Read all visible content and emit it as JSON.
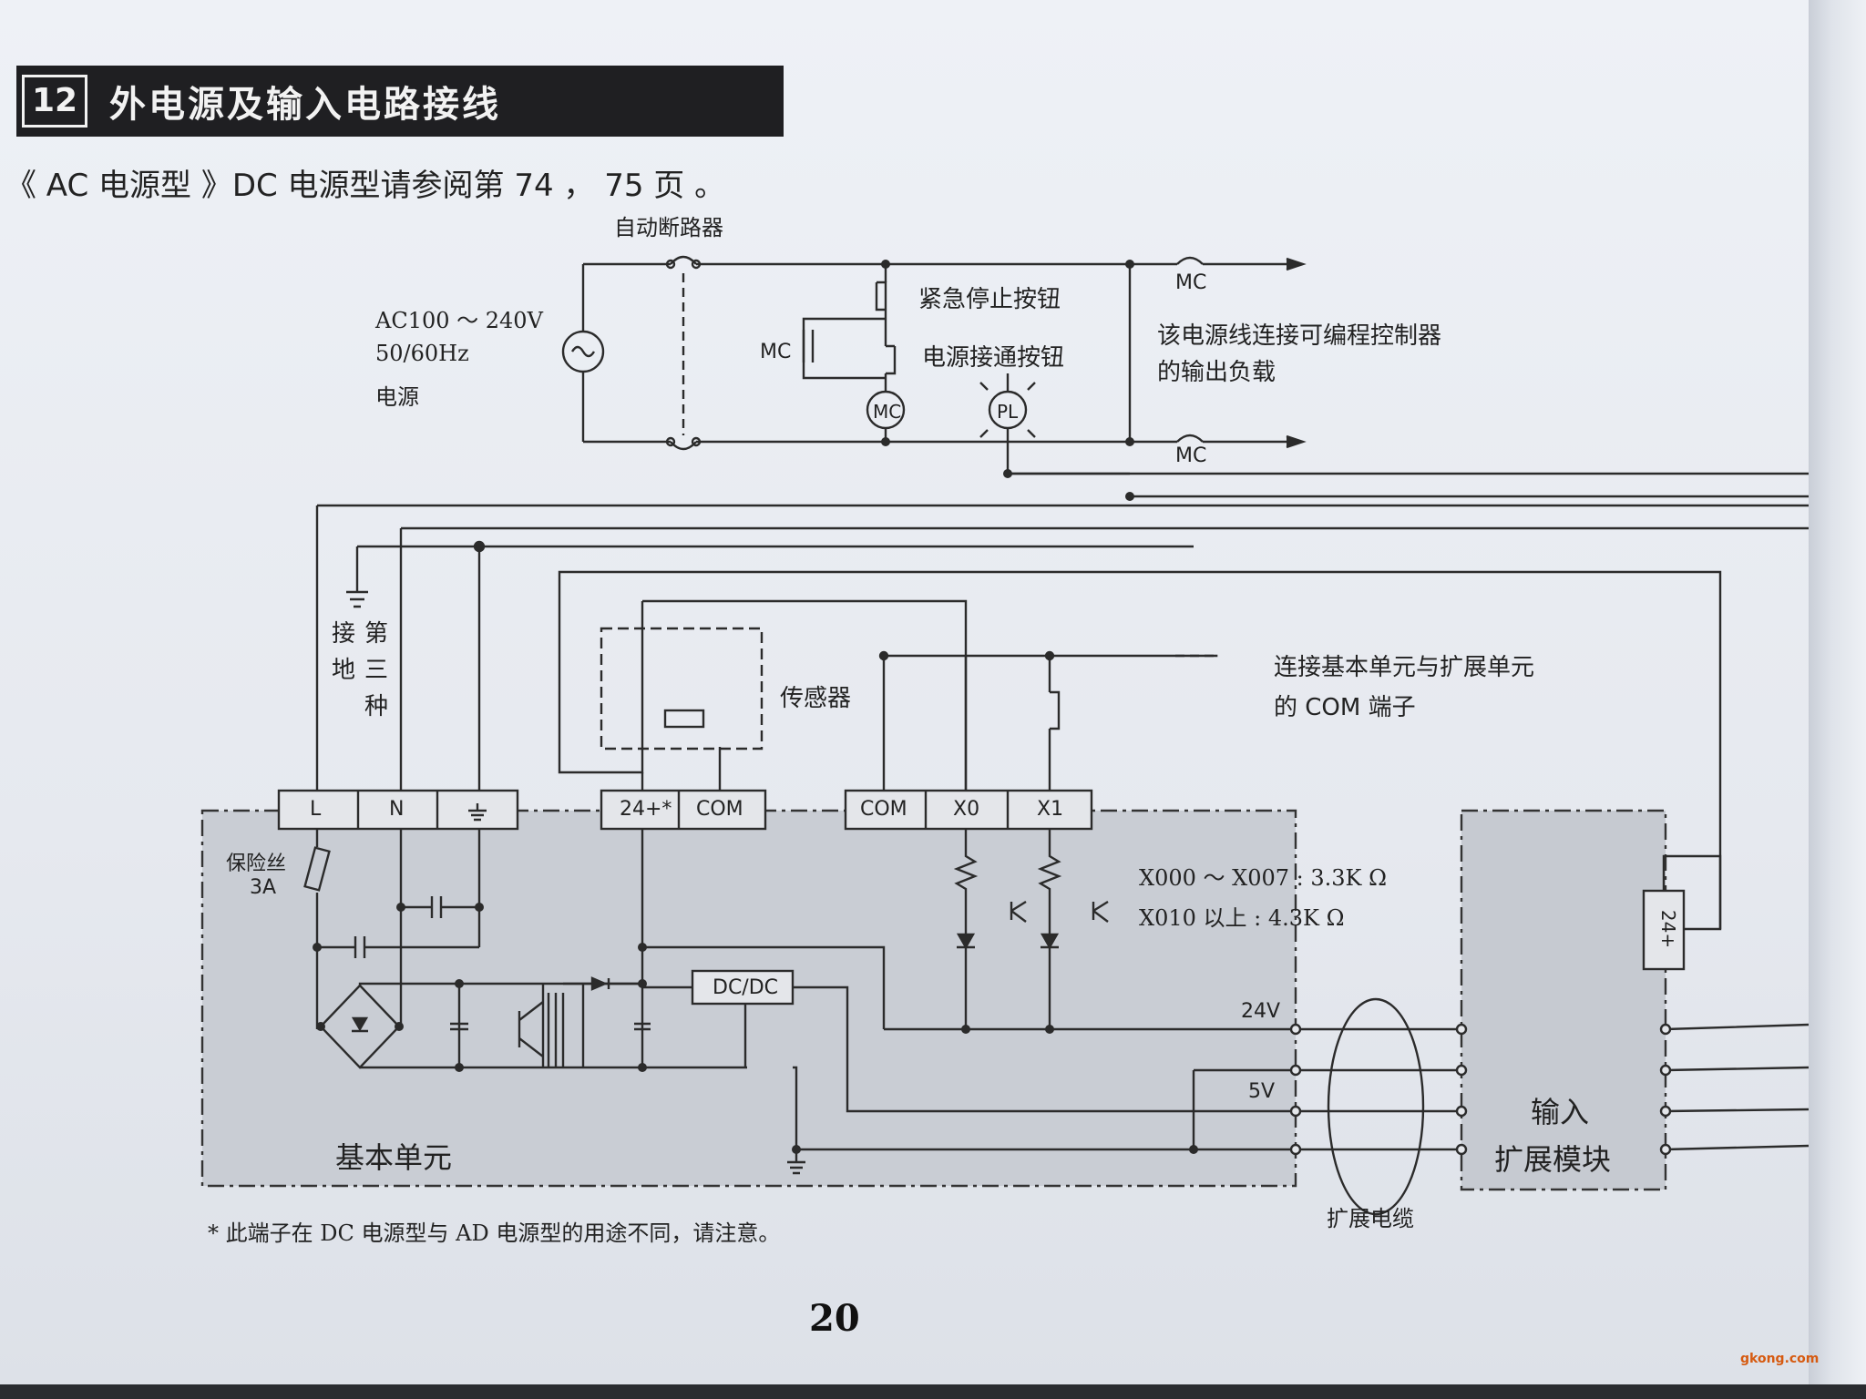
{
  "header": {
    "number": "12",
    "title": "外电源及输入电路接线"
  },
  "subtitle": "《 AC 电源型 》DC 电源型请参阅第 74 ， 75 页 。",
  "labels": {
    "breaker": "自动断路器",
    "supply_voltage": "AC100 ～ 240V",
    "supply_freq": "50/60Hz",
    "supply_word": "电源",
    "estop": "紧急停止按钮",
    "power_on": "电源接通按钮",
    "mc": "MC",
    "pl": "PL",
    "mc_top": "MC",
    "mc_bottom": "MC",
    "load_note_1": "该电源线连接可编程控制器",
    "load_note_2": "的输出负载",
    "ground_col1": "接地",
    "ground_col2": "第三种",
    "sensor": "传感器",
    "com_note_1": "连接基本单元与扩展单元",
    "com_note_2": "的 COM 端子",
    "fuse": "保险丝",
    "fuse_rating": "3A",
    "res_1": "X000 ～ X007 : 3.3K Ω",
    "res_2": "X010 以上 : 4.3K Ω",
    "v24": "24V",
    "v5": "5V",
    "dcdc": "DC/DC",
    "base_unit": "基本单元",
    "cable": "扩展电缆",
    "ext_module_1": "输入",
    "ext_module_2": "扩展模块",
    "ext_24": "24+"
  },
  "terminals": {
    "L": "L",
    "N": "N",
    "plus24": "24+*",
    "com1": "COM",
    "com2": "COM",
    "x0": "X0",
    "x1": "X1"
  },
  "footnote": "* 此端子在 DC 电源型与 AD 电源型的用途不同，请注意。",
  "page_number": "20",
  "watermark": "gkong.com"
}
